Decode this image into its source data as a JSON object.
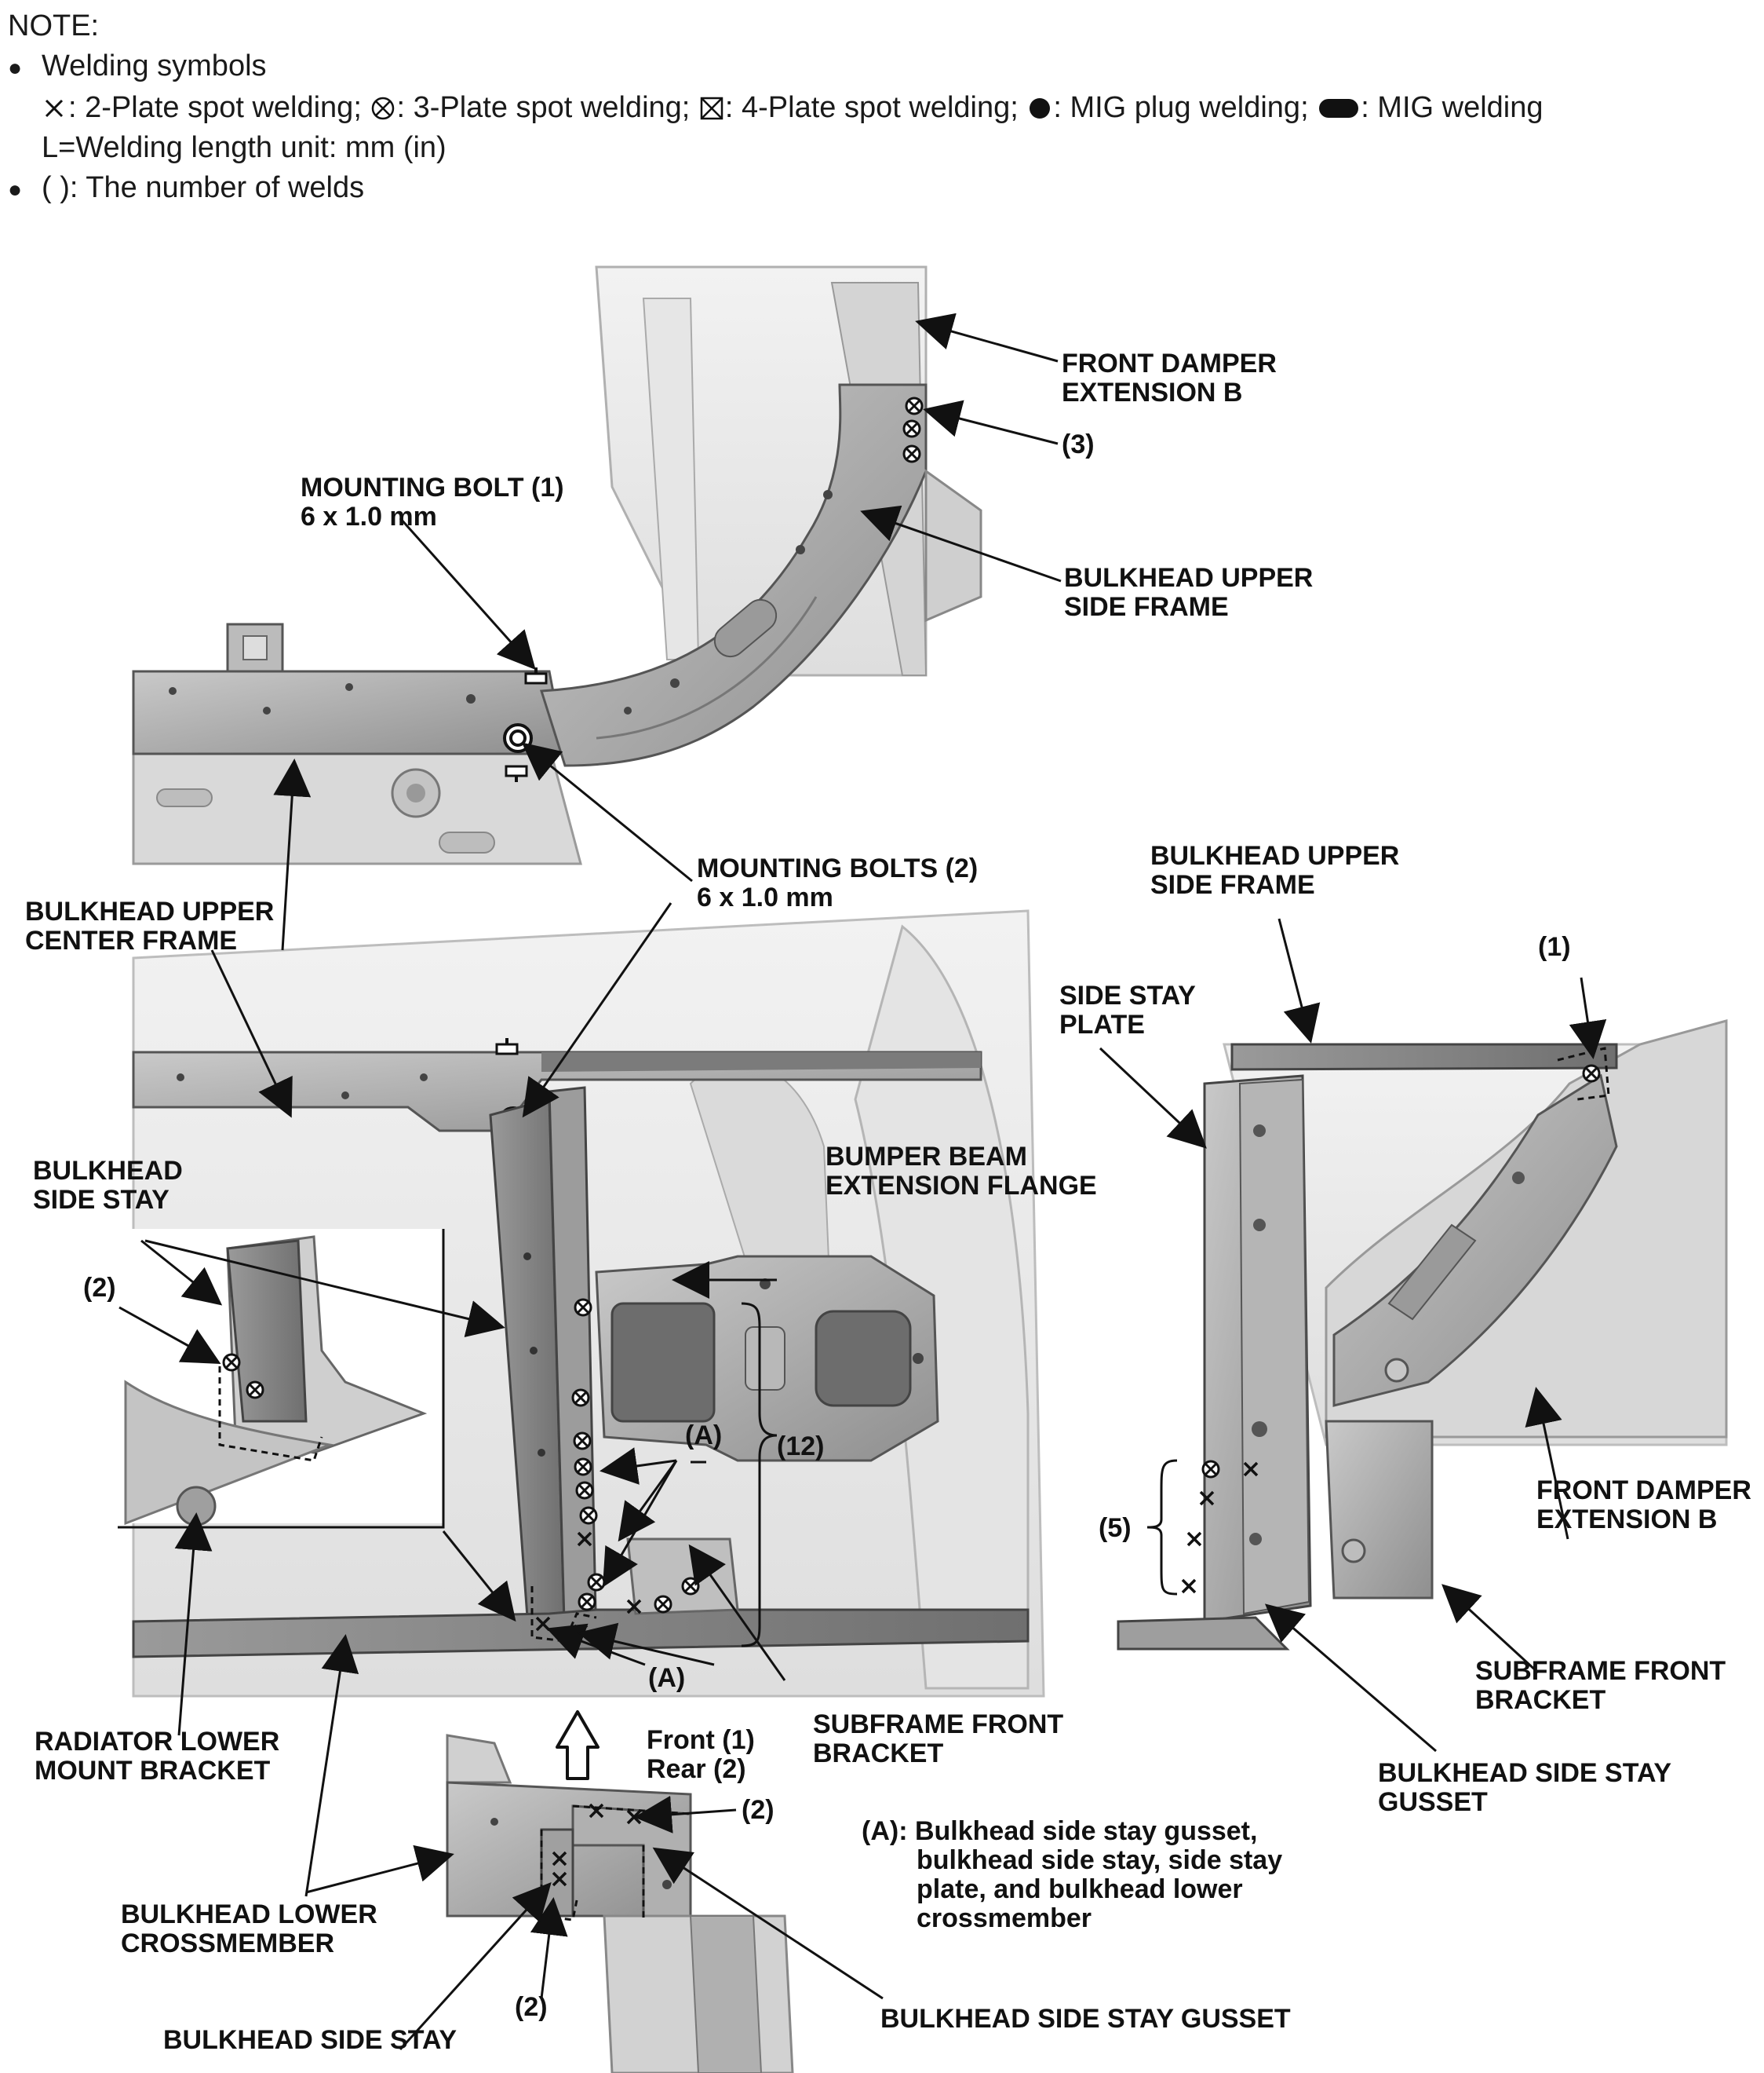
{
  "note": {
    "title": "NOTE:",
    "bullet1": "Welding symbols",
    "symbols": {
      "spot2": ": 2-Plate spot welding;",
      "spot3": ": 3-Plate spot welding;",
      "spot4": ": 4-Plate spot welding;",
      "plug": ": MIG plug welding;",
      "mig": ": MIG welding"
    },
    "length_unit": "L=Welding length unit: mm (in)",
    "bullet2": "( ): The number of welds"
  },
  "labels": {
    "front_damper_ext_top": [
      "FRONT DAMPER",
      "EXTENSION B"
    ],
    "count_3": "(3)",
    "mounting_bolt_1": [
      "MOUNTING BOLT (1)",
      "6 x 1.0 mm"
    ],
    "bulkhead_upper_side_top": [
      "BULKHEAD UPPER",
      "SIDE FRAME"
    ],
    "mounting_bolts_2": [
      "MOUNTING BOLTS (2)",
      "6 x 1.0 mm"
    ],
    "bulkhead_upper_center": [
      "BULKHEAD UPPER",
      "CENTER FRAME"
    ],
    "bulkhead_upper_side_right": [
      "BULKHEAD UPPER",
      "SIDE FRAME"
    ],
    "count_1": "(1)",
    "side_stay_plate": [
      "SIDE STAY",
      "PLATE"
    ],
    "bulkhead_side_stay_left": [
      "BULKHEAD",
      "SIDE STAY"
    ],
    "bumper_beam_ext_flange": [
      "BUMPER BEAM",
      "EXTENSION FLANGE"
    ],
    "count_2_inset": "(2)",
    "count_A_upper": "(A)",
    "count_12": "(12)",
    "front_damper_ext_right": [
      "FRONT DAMPER",
      "EXTENSION B"
    ],
    "count_5": "(5)",
    "count_A_lower": "(A)",
    "front_rear": [
      "Front (1)",
      "Rear (2)"
    ],
    "subframe_front_bracket_mid": [
      "SUBFRAME FRONT",
      "BRACKET"
    ],
    "subframe_front_bracket_right": [
      "SUBFRAME FRONT",
      "BRACKET"
    ],
    "radiator_lower_mount": [
      "RADIATOR LOWER",
      "MOUNT BRACKET"
    ],
    "bulkhead_side_stay_gusset_right": [
      "BULKHEAD SIDE STAY",
      "GUSSET"
    ],
    "count_2_bottom_right": "(2)",
    "A_note": [
      "(A): Bulkhead side stay gusset,",
      "bulkhead side stay, side stay",
      "plate, and bulkhead lower",
      "crossmember"
    ],
    "bulkhead_lower_cross": [
      "BULKHEAD LOWER",
      "CROSSMEMBER"
    ],
    "count_2_bottom": "(2)",
    "bulkhead_side_stay_bottom": "BULKHEAD SIDE STAY",
    "bulkhead_side_stay_gusset_bottom": "BULKHEAD SIDE STAY GUSSET"
  }
}
